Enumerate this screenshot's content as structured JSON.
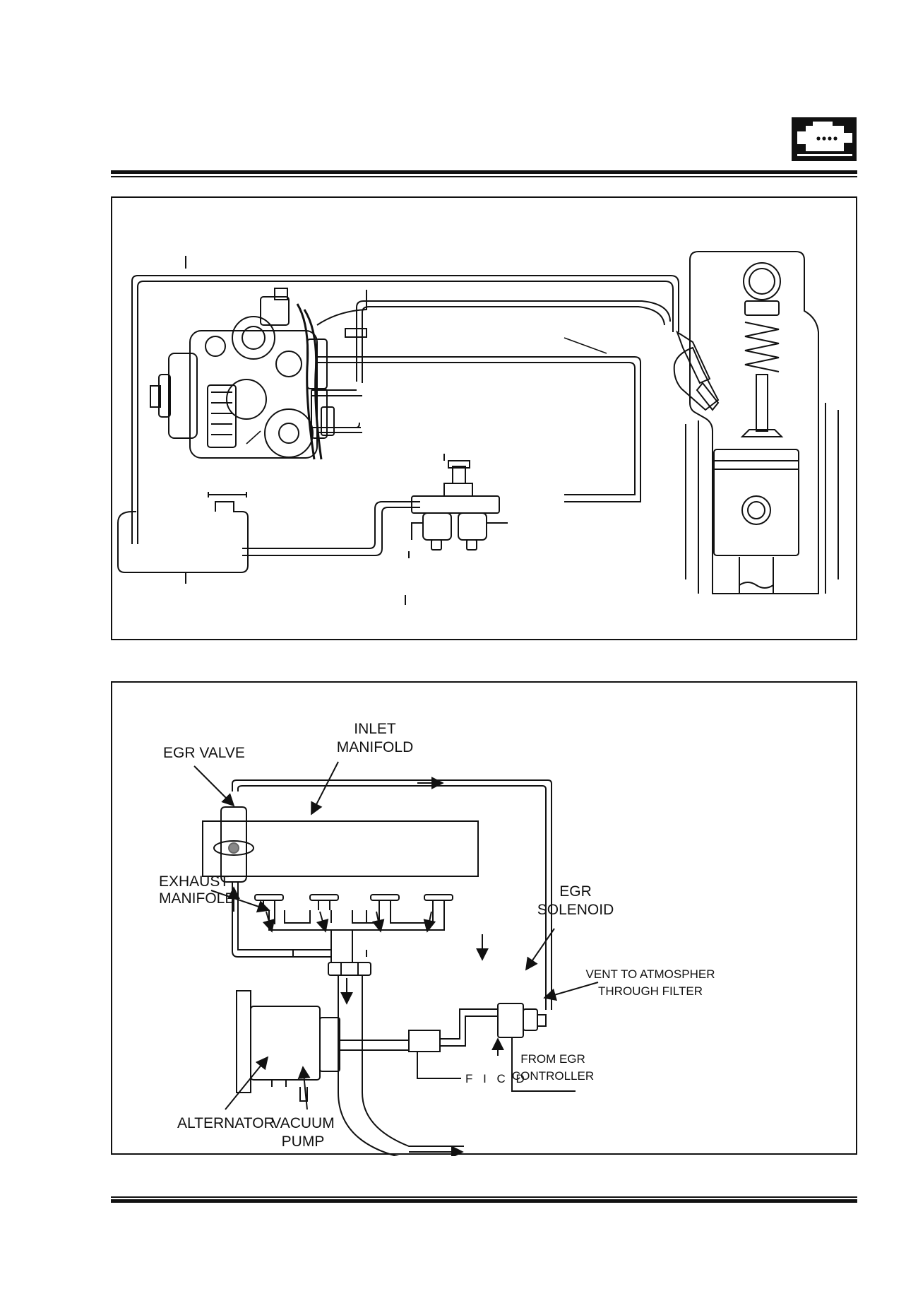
{
  "header": {
    "logo_icon": "engine-icon"
  },
  "diagram2": {
    "labels": {
      "inlet_manifold_1": "INLET",
      "inlet_manifold_2": "MANIFOLD",
      "egr_valve": "EGR VALVE",
      "exhaust_manifold_1": "EXHAUST",
      "exhaust_manifold_2": "MANIFOLD",
      "egr_solenoid_1": "EGR",
      "egr_solenoid_2": "SOLENOID",
      "vent_1": "VENT TO ATMOSPHER",
      "vent_2": "THROUGH FILTER",
      "from_egr_1": "FROM EGR",
      "from_egr_2": "CONTROLLER",
      "ficd": "F I C D",
      "alternator": "ALTERNATOR",
      "vacuum_pump_1": "VACUUM",
      "vacuum_pump_2": "PUMP"
    }
  },
  "colors": {
    "ink": "#111111",
    "paper": "#ffffff"
  }
}
